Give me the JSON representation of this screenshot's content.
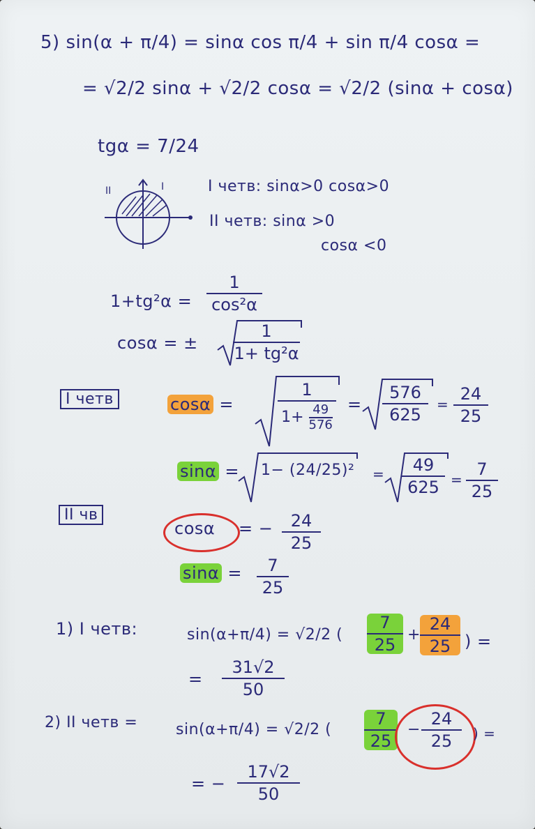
{
  "line1": "5) sin(α + π/4) = sinα cos π/4 + sin π/4 cosα =",
  "line2": "= √2/2 sinα + √2/2 cosα = √2/2 (sinα + cosα)",
  "tg": "tgα = 7/24",
  "q1": "I четв: sinα>0 cosα>0",
  "q2a": "II четв: sinα >0",
  "q2b": "cosα <0",
  "id1_left": "1+tg²α =",
  "id1_num": "1",
  "id1_den": "cos²α",
  "cos_formula_left": "cosα = ±",
  "cos_formula_num": "1",
  "cos_formula_den": "1+ tg²α",
  "box_I": "I четв",
  "box_II": "II чв",
  "cos_hl": "cosα",
  "cos_eq": "=",
  "cos_inner_num": "1",
  "cos_inner_den_a": "1+",
  "cos_inner_den_num": "49",
  "cos_inner_den_den": "576",
  "cos_mid_num": "576",
  "cos_mid_den": "625",
  "cos_res_num": "24",
  "cos_res_den": "25",
  "sin_hl": "sinα",
  "sin_inner": "1− (24/25)²",
  "sin_mid_num": "49",
  "sin_mid_den": "625",
  "sin_res_num": "7",
  "sin_res_den": "25",
  "cos2_text": "cosα",
  "cos2_eq": "= −",
  "cos2_num": "24",
  "cos2_den": "25",
  "sin2_text": "sinα",
  "sin2_eq": "=",
  "sin2_num": "7",
  "sin2_den": "25",
  "r1_label": "1) I четв:",
  "r1_expr": "sin(α+π/4) = √2/2 (",
  "r1_a_num": "7",
  "r1_a_den": "25",
  "r1_plus": "+",
  "r1_b_num": "24",
  "r1_b_den": "25",
  "r1_close": ") =",
  "r1_eq": "=",
  "r1_res_num": "31√2",
  "r1_res_den": "50",
  "r2_label": "2) II четв =",
  "r2_expr": "sin(α+π/4) = √2/2 (",
  "r2_a_num": "7",
  "r2_a_den": "25",
  "r2_minus": "−",
  "r2_b_num": "24",
  "r2_b_den": "25",
  "r2_close": ") =",
  "r2_eq": "= −",
  "r2_res_num": "17√2",
  "r2_res_den": "50",
  "colors": {
    "ink": "#2b2a78",
    "green": "#7ad23a",
    "orange": "#f3a23b",
    "red": "#d9302c"
  }
}
